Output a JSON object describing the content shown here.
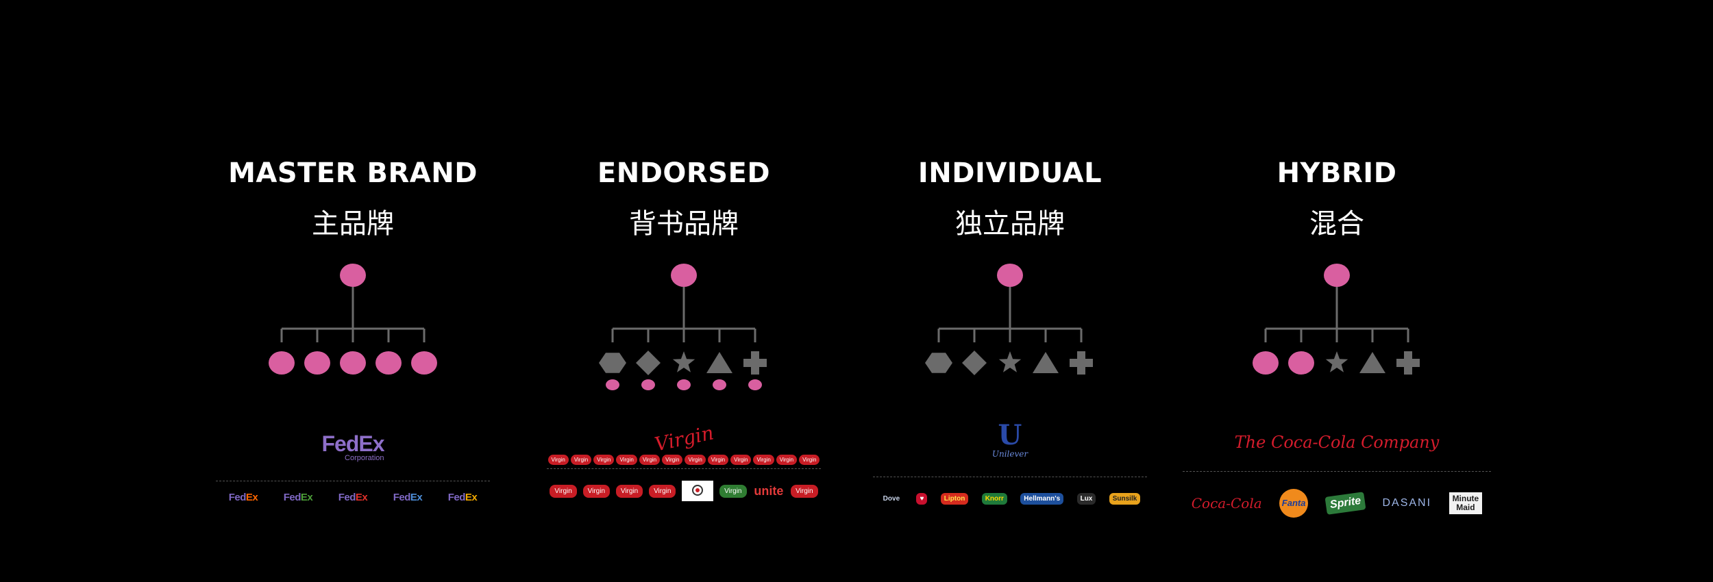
{
  "colors": {
    "background": "#000000",
    "brand_node": "#d95fa0",
    "product_node": "#6b6b6b",
    "connector_line": "#6b6b6b",
    "title_text": "#ffffff"
  },
  "columns": [
    {
      "id": "master",
      "title": "MASTER BRAND",
      "subtitle": "主品牌",
      "children_shapes": [
        "circle",
        "circle",
        "circle",
        "circle",
        "circle"
      ],
      "children_colors": [
        "pink",
        "pink",
        "pink",
        "pink",
        "pink"
      ],
      "child_dots": false,
      "logo": {
        "main_parts": [
          "Fed",
          "Ex",
          "Corporation"
        ],
        "sub_brands": [
          {
            "fe": "Fed",
            "ex": "Ex",
            "ex_color": "#ff6600"
          },
          {
            "fe": "Fed",
            "ex": "Ex",
            "ex_color": "#4c9f38"
          },
          {
            "fe": "Fed",
            "ex": "Ex",
            "ex_color": "#e0312b"
          },
          {
            "fe": "Fed",
            "ex": "Ex",
            "ex_color": "#4d8ed8"
          },
          {
            "fe": "Fed",
            "ex": "Ex",
            "ex_color": "#f2a900"
          }
        ]
      }
    },
    {
      "id": "endorsed",
      "title": "ENDORSED",
      "subtitle": "背书品牌",
      "children_shapes": [
        "hexagon",
        "diamond",
        "star",
        "triangle",
        "cross"
      ],
      "children_colors": [
        "grey",
        "grey",
        "grey",
        "grey",
        "grey"
      ],
      "child_dots": true,
      "logo": {
        "main_text": "Virgin",
        "sub_brands_row1": [
          "Virgin",
          "Virgin",
          "Virgin",
          "Virgin",
          "Virgin",
          "Virgin",
          "Virgin",
          "Virgin",
          "Virgin",
          "Virgin",
          "Virgin",
          "Virgin"
        ],
        "sub_brands_row2": [
          "Virgin",
          "Virgin",
          "Virgin",
          "Virgin",
          "",
          "Virgin",
          "unite",
          "Virgin"
        ]
      }
    },
    {
      "id": "individual",
      "title": "INDIVIDUAL",
      "subtitle": "独立品牌",
      "children_shapes": [
        "hexagon",
        "diamond",
        "star",
        "triangle",
        "cross"
      ],
      "children_colors": [
        "grey",
        "grey",
        "grey",
        "grey",
        "grey"
      ],
      "child_dots": false,
      "logo": {
        "main_letter": "U",
        "main_word": "Unilever",
        "sub_brands": [
          {
            "text": "Dove",
            "bg": "transparent",
            "fg": "#c9d4ea"
          },
          {
            "text": "♥",
            "bg": "#c8102e",
            "fg": "#ffffff"
          },
          {
            "text": "Lipton",
            "bg": "#d52b1e",
            "fg": "#ffe34d"
          },
          {
            "text": "Knorr",
            "bg": "#1f7a3a",
            "fg": "#ffd700"
          },
          {
            "text": "Hellmann's",
            "bg": "#1d4f9c",
            "fg": "#ffffff"
          },
          {
            "text": "Lux",
            "bg": "#2a2a2a",
            "fg": "#ffffff"
          },
          {
            "text": "Sunsilk",
            "bg": "#e8a21c",
            "fg": "#202020"
          }
        ]
      }
    },
    {
      "id": "hybrid",
      "title": "HYBRID",
      "subtitle": "混合",
      "children_shapes": [
        "circle",
        "circle",
        "star",
        "triangle",
        "cross"
      ],
      "children_colors": [
        "pink",
        "pink",
        "grey",
        "grey",
        "grey"
      ],
      "child_dots": false,
      "logo": {
        "main_text": "The Coca-Cola Company",
        "sub_coke": "Coca-Cola",
        "sub_fanta": "Fanta",
        "sub_sprite": "Sprite",
        "sub_dasani": "DASANI",
        "sub_minute": "Minute\nMaid"
      }
    }
  ]
}
